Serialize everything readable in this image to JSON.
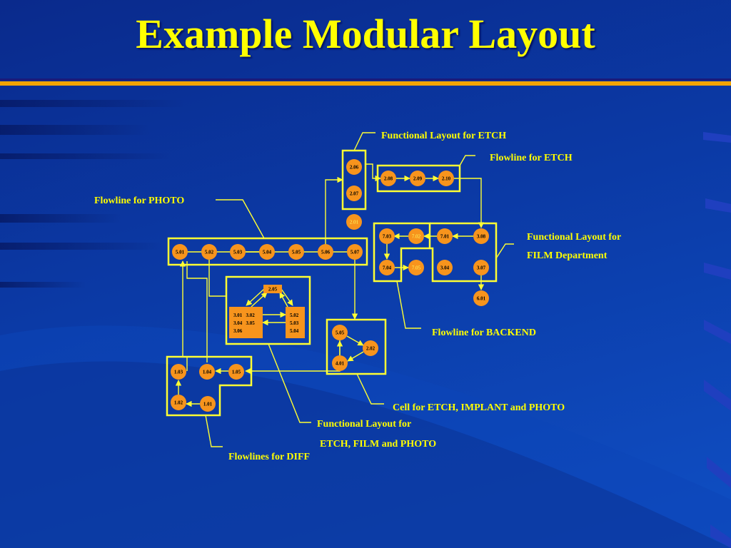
{
  "slide": {
    "title": "Example Modular Layout",
    "colors": {
      "background": "#0b3aa6",
      "title": "#ffff00",
      "rule": "#f2a400",
      "node": "#f7941d",
      "line": "#ffff33"
    }
  },
  "labels": {
    "functional_etch": "Functional Layout for ETCH",
    "flowline_etch": "Flowline for ETCH",
    "flowline_photo": "Flowline for PHOTO",
    "functional_film_line1": "Functional Layout for",
    "functional_film_line2": "FILM Department",
    "flowline_backend": "Flowline for BACKEND",
    "cell_etch_implant_photo": "Cell for ETCH, IMPLANT and PHOTO",
    "functional_efp_line1": "Functional Layout for",
    "functional_efp_line2": "ETCH, FILM and PHOTO",
    "flowlines_diff": "Flowlines for DIFF"
  },
  "nodes": {
    "n206": "2.06",
    "n207": "2.07",
    "n201": "2.01",
    "n208": "2.08",
    "n209": "2.09",
    "n210": "2.10",
    "n501": "5.01",
    "n502": "5.02",
    "n503": "5.03",
    "n504": "5.04",
    "n505": "5.05",
    "n506": "5.06",
    "n507": "5.07",
    "n703": "7.03",
    "n702": "7.02",
    "n701": "7.01",
    "n308": "3.08",
    "n704": "7.04",
    "n705": "7.05",
    "n304": "3.04",
    "n307": "3.07",
    "n601": "6.01",
    "c505": "5.05",
    "c202": "2.02",
    "c401": "4.01",
    "n103": "1.03",
    "n104": "1.04",
    "n105": "1.05",
    "n102": "1.02",
    "n101": "1.01"
  },
  "efp_block": {
    "top": "2.05",
    "left_r1": "3.01   3.02",
    "left_r2": "3.04   3.05",
    "left_r3": "3.06",
    "right_r1": "5.02",
    "right_r2": "5.03",
    "right_r3": "5.04"
  }
}
